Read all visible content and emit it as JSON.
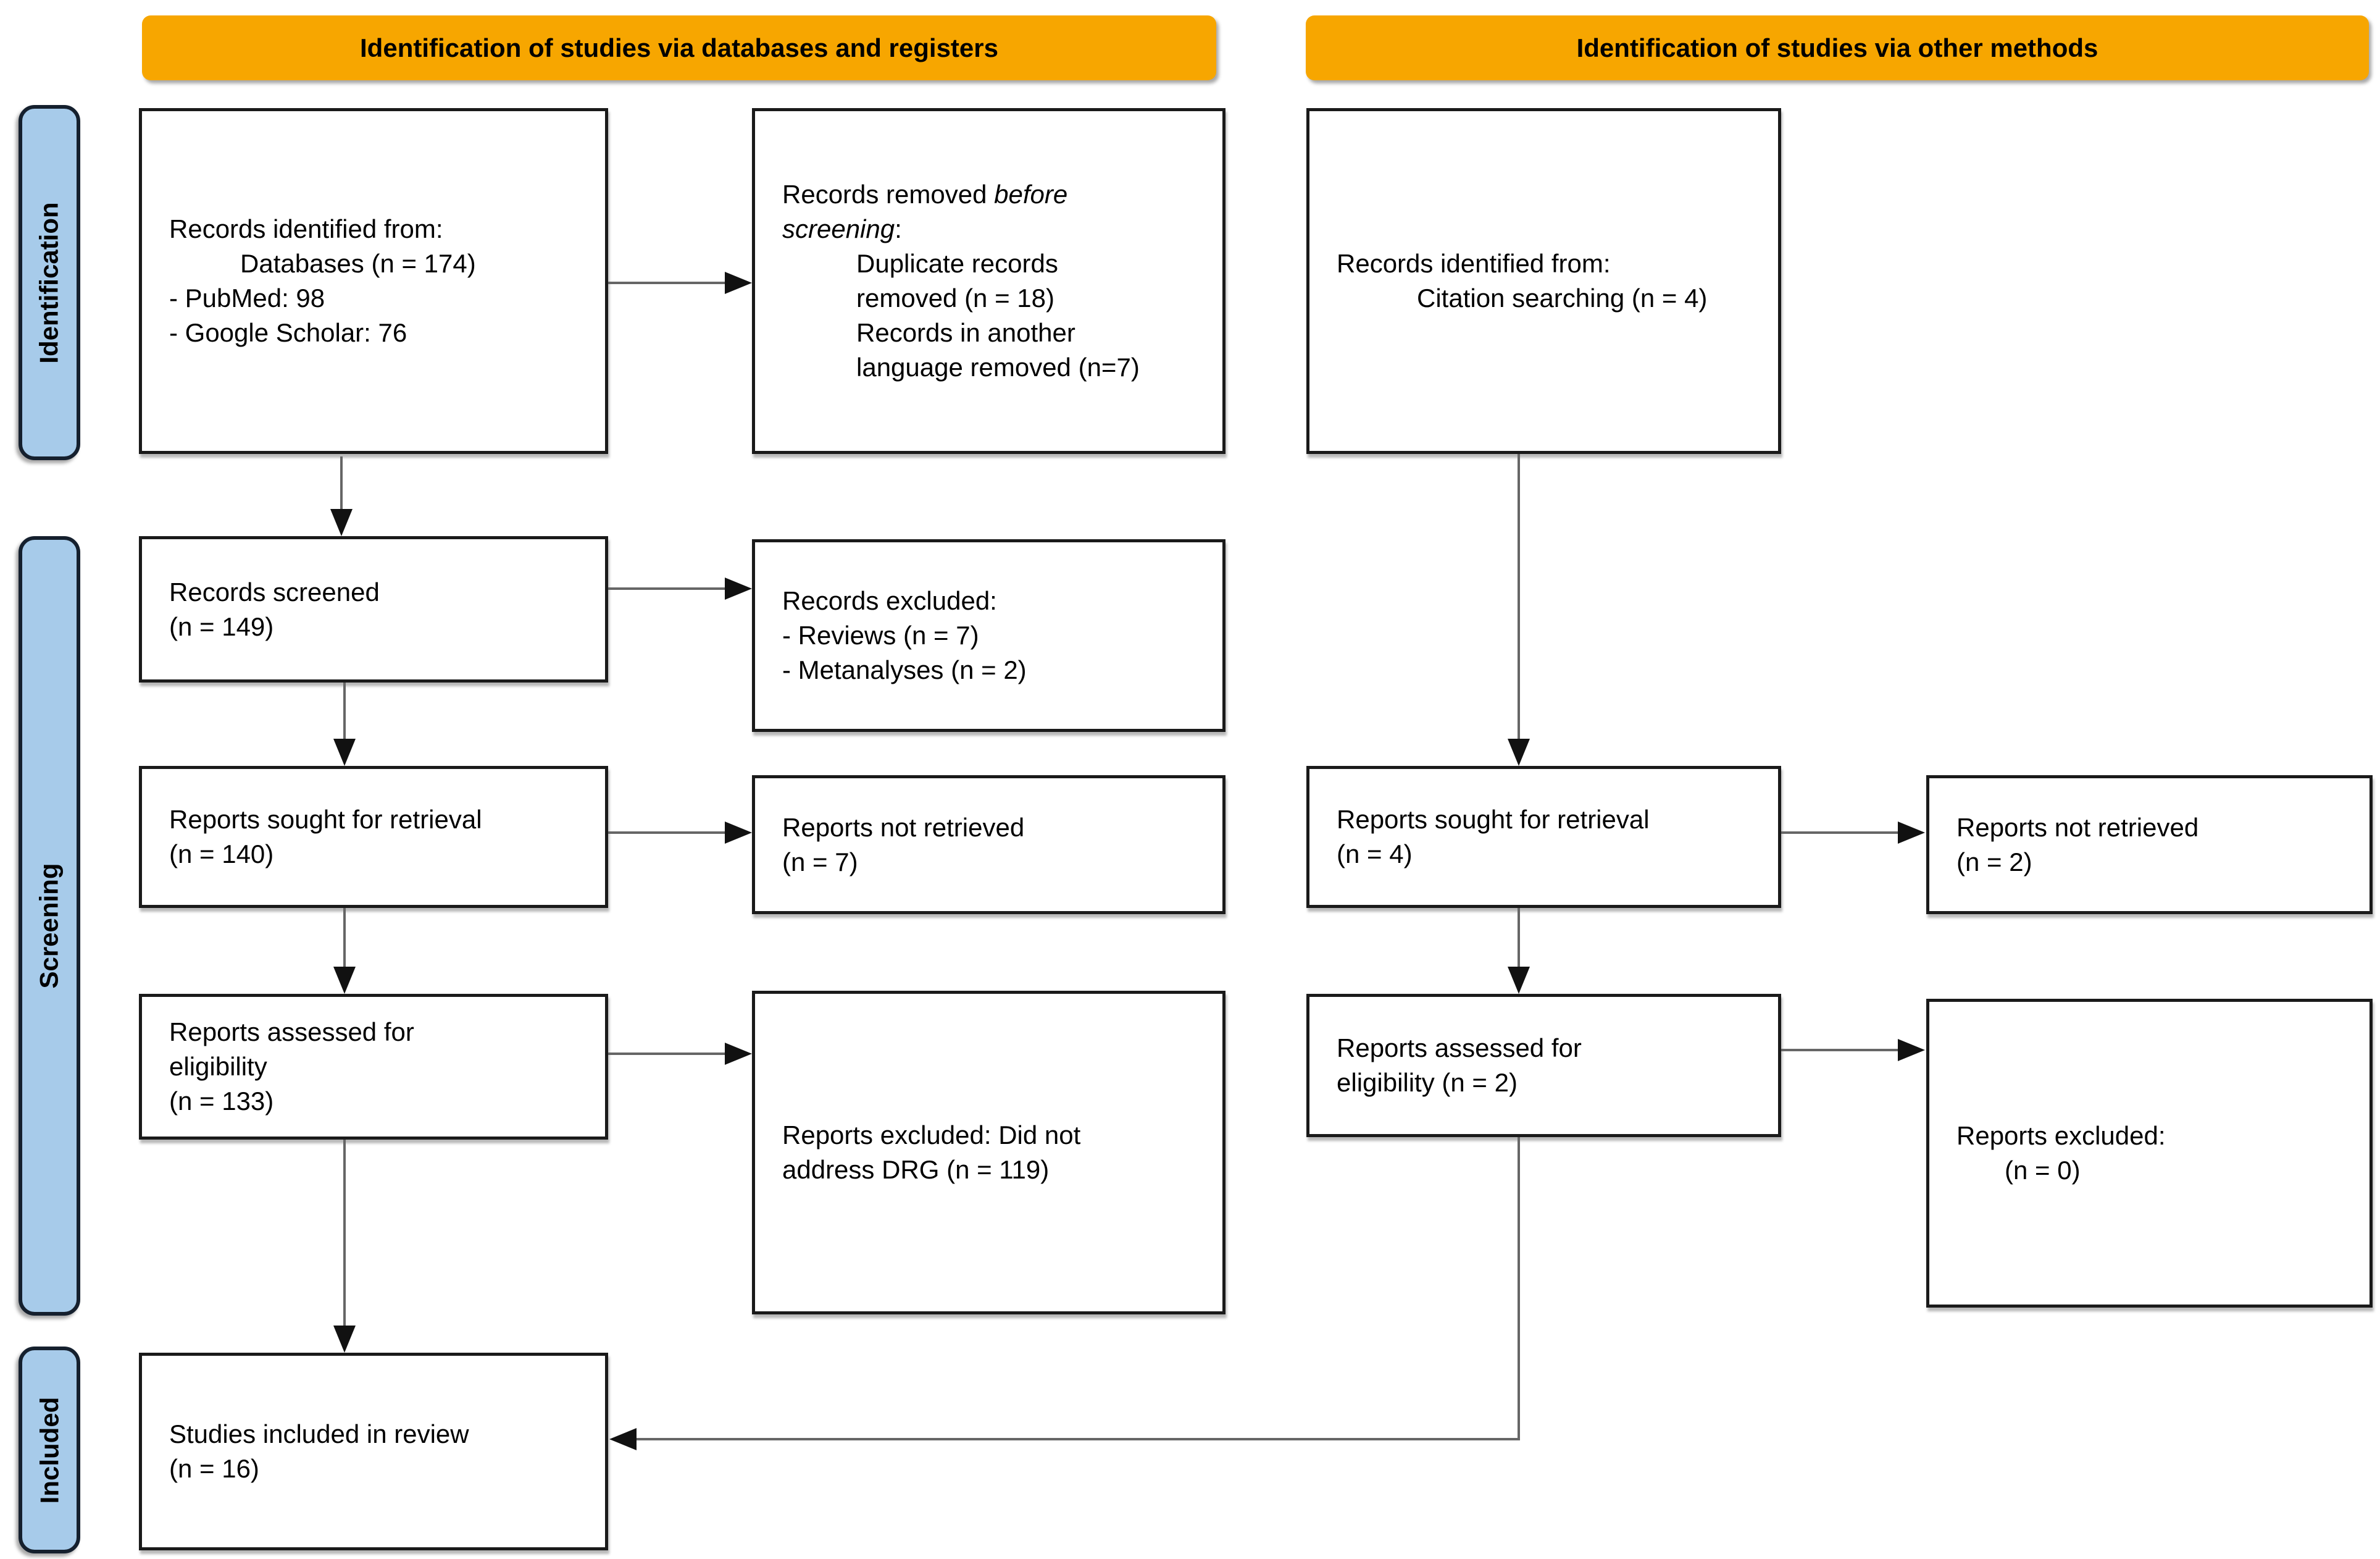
{
  "banners": {
    "databases": "Identification of studies via databases and registers",
    "other": "Identification of studies via other methods"
  },
  "sidebar": {
    "identification": "Identification",
    "screening": "Screening",
    "included": "Included"
  },
  "boxes": {
    "records_identified": {
      "title": "Records identified from:",
      "indent": "Databases (n = 174)",
      "items": [
        "- PubMed: 98",
        "- Google Scholar: 76"
      ]
    },
    "records_removed": {
      "l1_text": "Records removed ",
      "l1_italic": "before",
      "l2_italic": "screening",
      "l2_text": ":",
      "items": [
        "Duplicate records",
        "removed (n = 18)",
        "Records in another",
        "language removed (n=7)"
      ]
    },
    "records_identified_other": {
      "title": "Records identified from:",
      "indent": "Citation searching (n = 4)"
    },
    "records_screened": {
      "line1": "Records screened",
      "line2": "(n = 149)"
    },
    "records_excluded": {
      "title": "Records excluded:",
      "items": [
        "- Reviews (n = 7)",
        "- Metanalyses (n = 2)"
      ]
    },
    "reports_sought_db": {
      "line1": "Reports sought for retrieval",
      "line2": "(n = 140)"
    },
    "reports_not_retrieved_db": {
      "line1": "Reports not retrieved",
      "line2": "(n = 7)"
    },
    "reports_sought_other": {
      "line1": "Reports sought for retrieval",
      "line2": "(n = 4)"
    },
    "reports_not_retrieved_other": {
      "line1": "Reports not retrieved",
      "line2": "(n = 2)"
    },
    "reports_assessed_db": {
      "line1": "Reports assessed for",
      "line2": "eligibility",
      "line3": "(n = 133)"
    },
    "reports_excluded_db": {
      "line1": "Reports excluded: Did not",
      "line2": "address DRG (n = 119)"
    },
    "reports_assessed_other": {
      "line1": "Reports assessed for",
      "line2": "eligibility (n = 2)"
    },
    "reports_excluded_other": {
      "line1": "Reports excluded:",
      "line2": "(n = 0)"
    },
    "studies_included": {
      "line1": "Studies included in review",
      "line2": "(n = 16)"
    }
  },
  "colors": {
    "banner_bg": "#F7A600",
    "sidebar_bg": "#A7CBEA",
    "box_border": "#1a1a1a",
    "line": "#666666",
    "arrow": "#111111"
  }
}
